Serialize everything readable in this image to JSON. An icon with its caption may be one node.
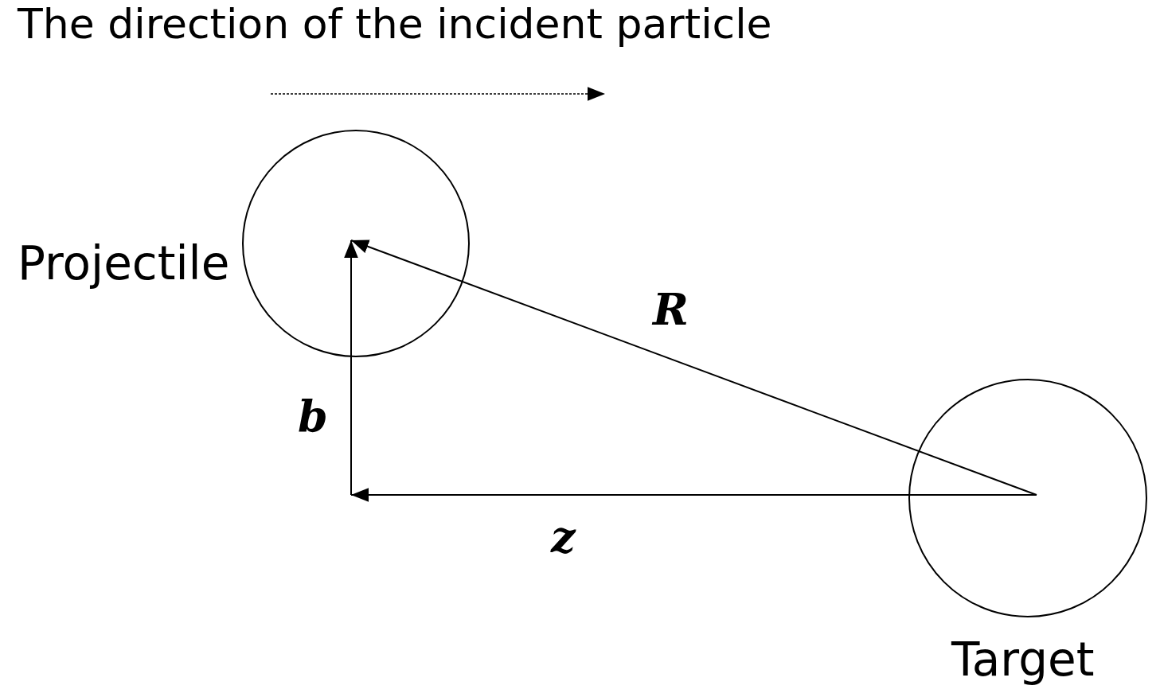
{
  "diagram": {
    "title": "The direction of the incident particle",
    "nodes": [
      {
        "text": [
          "Projectile"
        ]
      },
      {
        "text": [
          "Target"
        ]
      }
    ],
    "edges": [
      {
        "from": 1,
        "to": 0,
        "arrow": "to",
        "label": "R"
      },
      {
        "from": 1,
        "to": null,
        "arrow": "to",
        "label": "z"
      },
      {
        "from": null,
        "to": 0,
        "arrow": "to",
        "label": "b"
      }
    ]
  }
}
